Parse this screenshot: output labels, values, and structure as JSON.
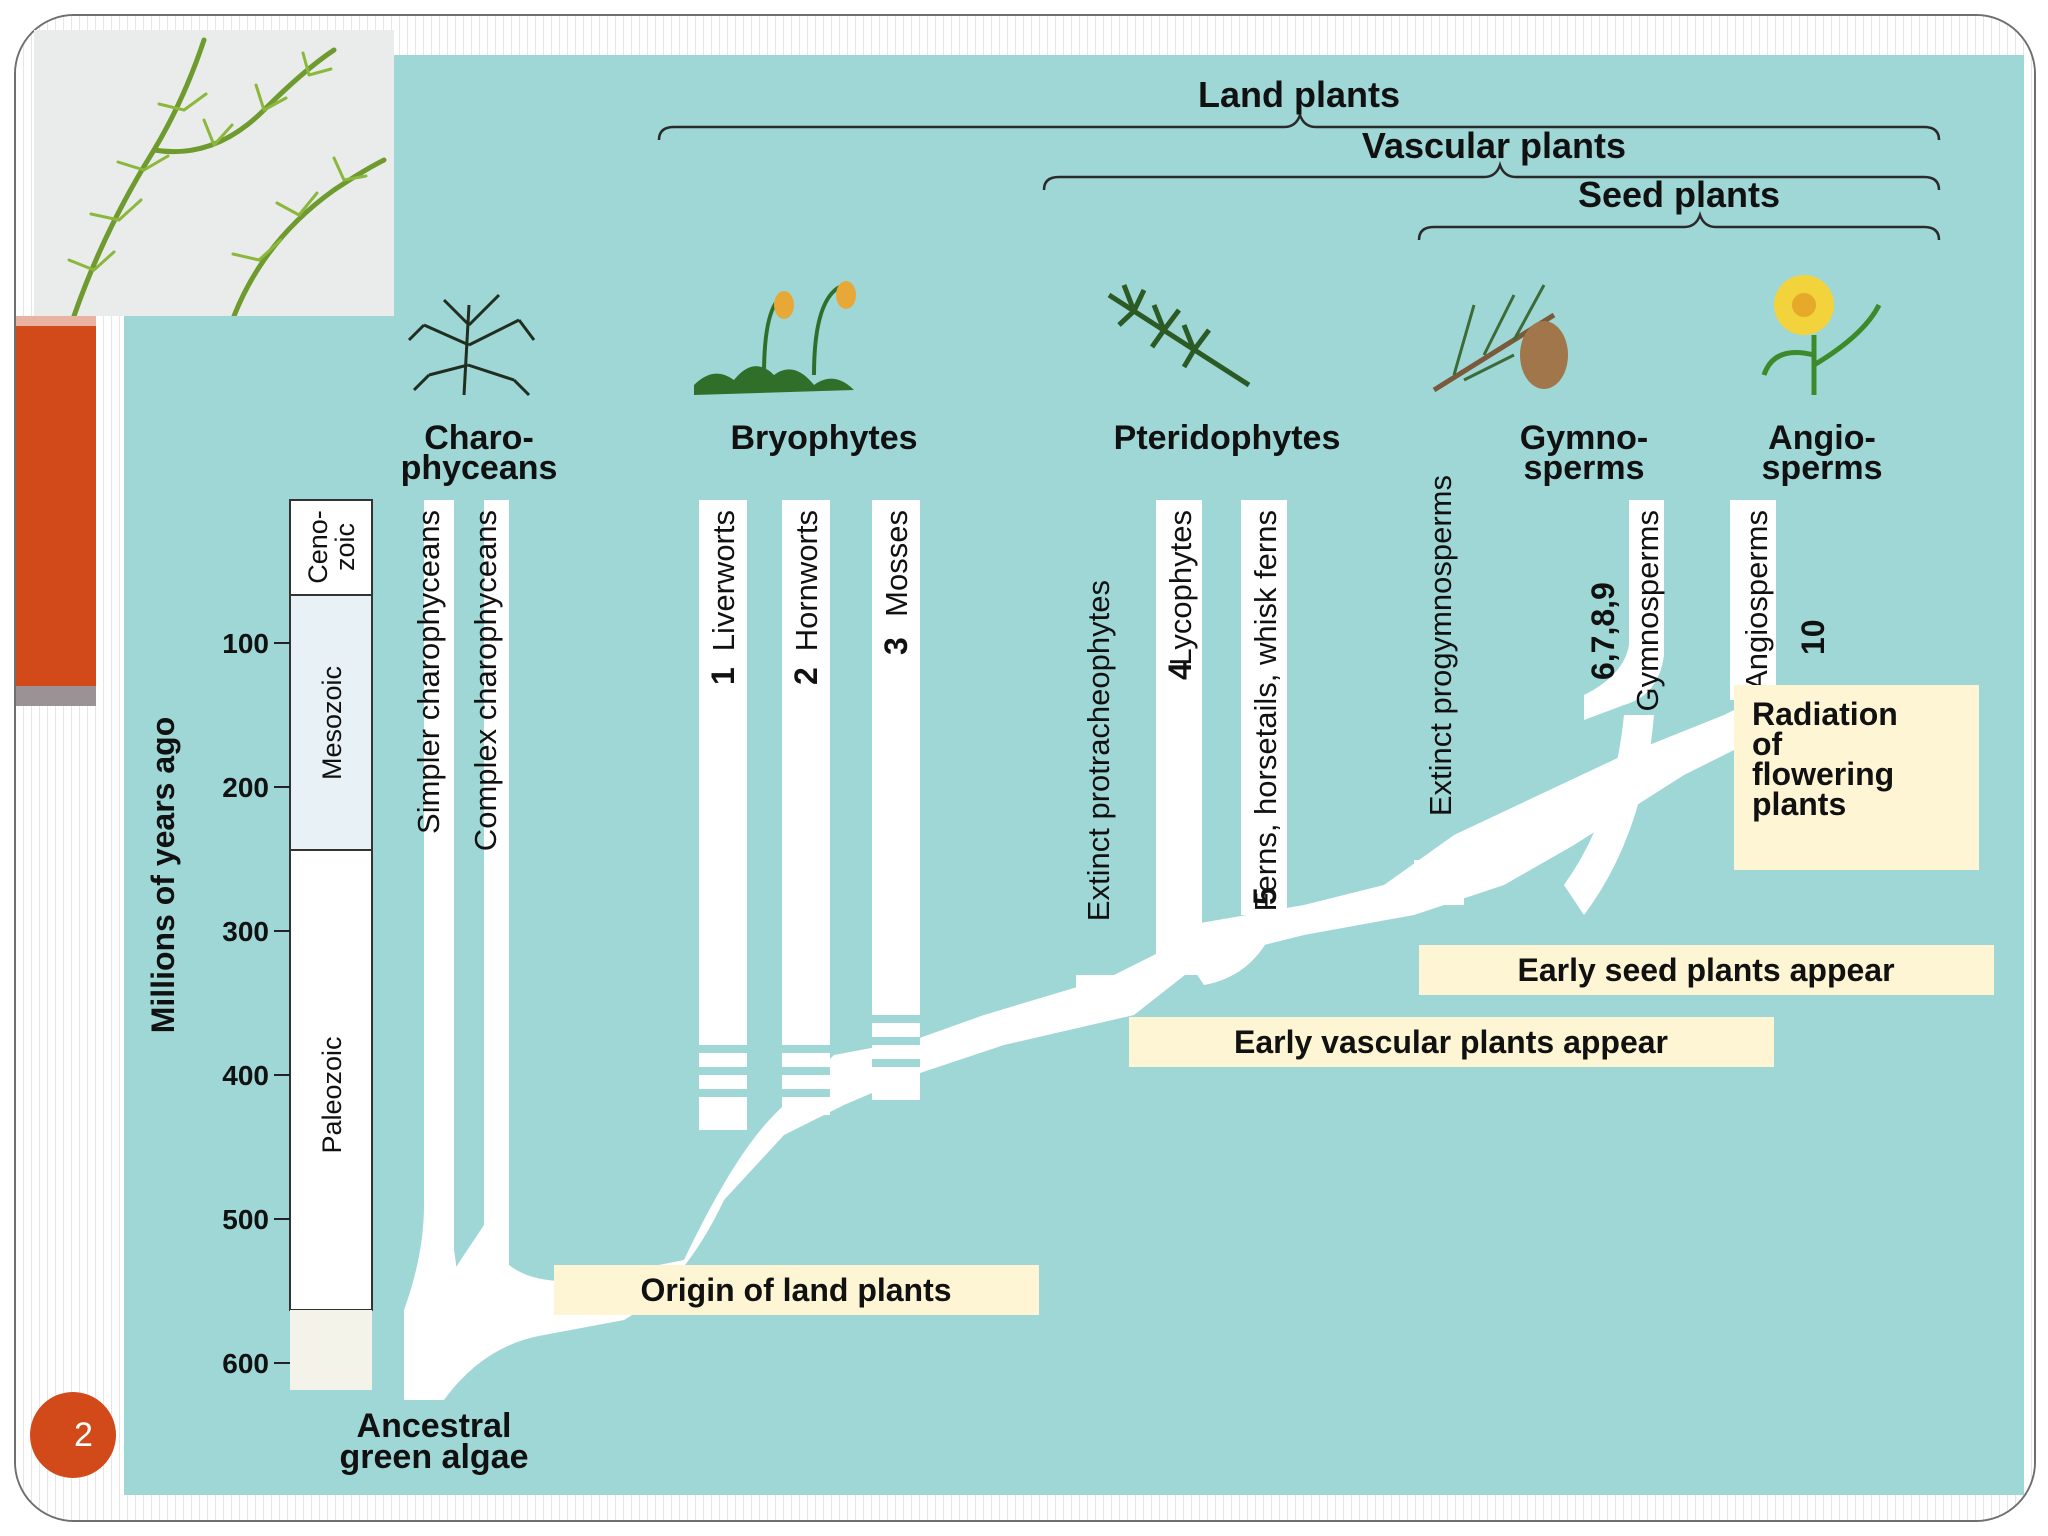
{
  "slide": {
    "number": "2"
  },
  "figure": {
    "groups": {
      "land_plants": "Land plants",
      "vascular_plants": "Vascular plants",
      "seed_plants": "Seed plants"
    },
    "taxa": {
      "charo_1": "Charo-",
      "charo_2": "phyceans",
      "bryophytes": "Bryophytes",
      "pteridophytes": "Pteridophytes",
      "gymno_1": "Gymno-",
      "gymno_2": "sperms",
      "angio_1": "Angio-",
      "angio_2": "sperms"
    },
    "lineages": {
      "simpler_charo": "Simpler charophyceans",
      "complex_charo": "Complex charophyceans",
      "liverworts": "Liverworts",
      "hornworts": "Hornworts",
      "mosses": "Mosses",
      "protracheophytes": "Extinct protracheophytes",
      "lycophytes": "Lycophytes",
      "ferns": "Ferns, horsetails, whisk ferns",
      "progymnosperms": "Extinct progymnosperms",
      "gymnosperms": "Gymnosperms",
      "angiosperms": "Angiosperms"
    },
    "markers": {
      "liverworts": "1",
      "hornworts": "2",
      "mosses": "3",
      "lycophytes": "4",
      "ferns": "5",
      "gymnosperms": "6,7,8,9",
      "angiosperms": "10"
    },
    "events": {
      "origin": "Origin of land plants",
      "vascular": "Early vascular plants appear",
      "seed": "Early seed plants appear",
      "radiation_1": "Radiation",
      "radiation_2": "of",
      "radiation_3": "flowering",
      "radiation_4": "plants"
    },
    "root": {
      "line1": "Ancestral",
      "line2": "green algae"
    },
    "axis": {
      "label": "Millions of years ago",
      "ticks": [
        "100",
        "200",
        "300",
        "400",
        "500",
        "600"
      ],
      "eras": {
        "cenozoic_1": "Ceno-",
        "cenozoic_2": "zoic",
        "mesozoic": "Mesozoic",
        "paleozoic": "Paleozoic"
      }
    },
    "colors": {
      "background": "#9fd7d6",
      "branches": "#ffffff",
      "label_box": "#fdf5d3",
      "accent": "#d2491a"
    }
  }
}
